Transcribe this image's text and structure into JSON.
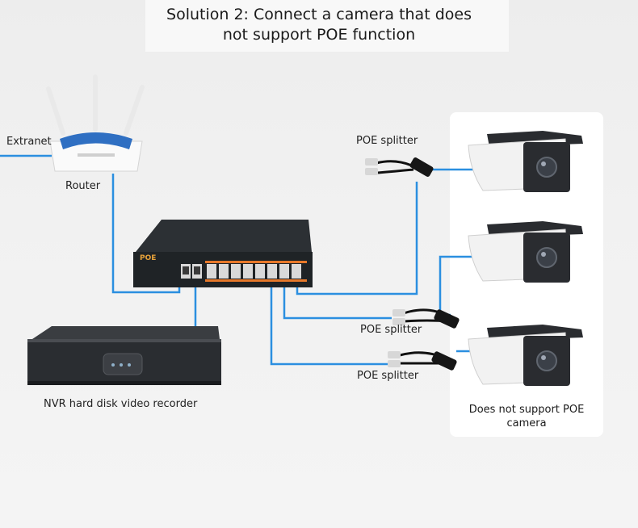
{
  "title": {
    "line1": "Solution 2: Connect a camera that does",
    "line2": "not support POE function"
  },
  "labels": {
    "extranet": "Extranet",
    "router": "Router",
    "poe_splitter_top": "POE splitter",
    "poe_splitter_mid": "POE splitter",
    "poe_splitter_bottom": "POE splitter",
    "nvr": "NVR hard disk video recorder",
    "camera_caption_line1": "Does not support POE",
    "camera_caption_line2": "camera"
  },
  "devices": {
    "switch_badge": "POE"
  },
  "colors": {
    "cable": "#2b8fe0",
    "switch_body": "#1f2326",
    "switch_port_orange": "#e7782a",
    "camera_white": "#f2f2f2",
    "camera_dark": "#2a2c30"
  }
}
